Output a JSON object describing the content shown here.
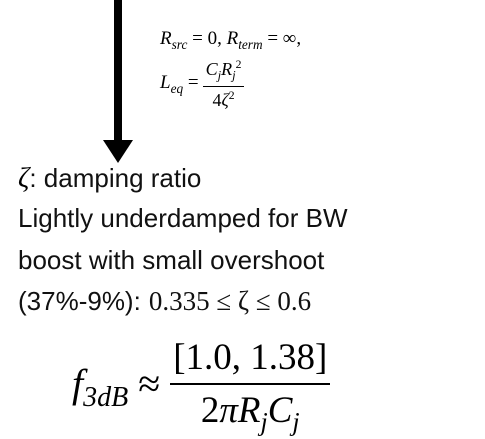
{
  "arrow": {
    "icon": "down-arrow-icon"
  },
  "equations": {
    "rsrc_line": "Rsrc = 0, Rterm = ∞,",
    "leq_line": "Leq = CjRj² / 4ζ²",
    "f3db_line": "f3dB ≈ [1.0, 1.38] / 2πRjCj"
  },
  "text": {
    "zeta_label": ": damping ratio",
    "line2": "Lightly underdamped for BW",
    "line3": "boost with small overshoot",
    "line4_prefix": "(37%-9%):",
    "range": "0.335 ≤ ζ ≤ 0.6"
  },
  "f3db": {
    "numerator": "[1.0, 1.38]"
  }
}
